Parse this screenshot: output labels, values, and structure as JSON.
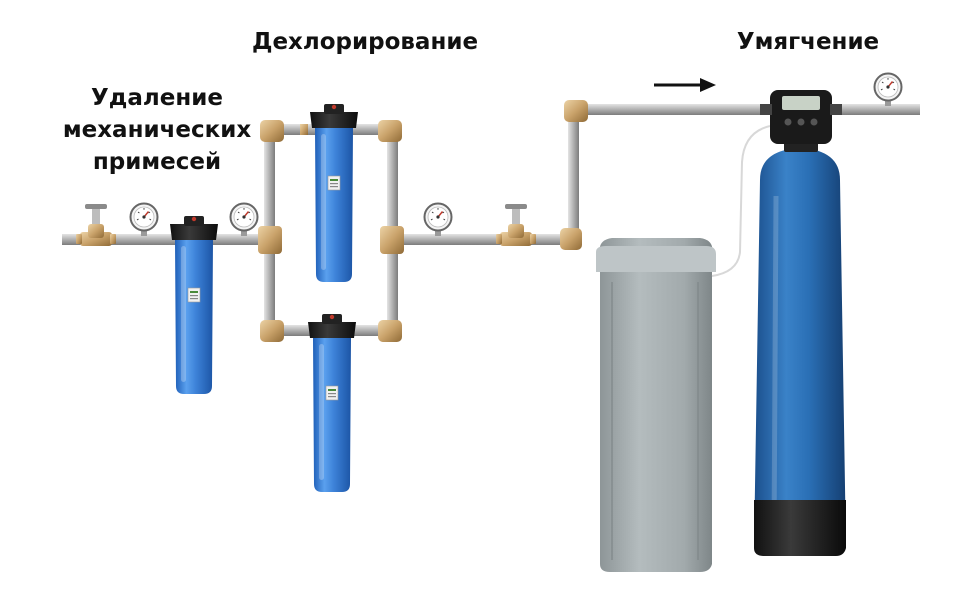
{
  "labels": {
    "mechanical_removal": [
      "Удаление",
      "механических",
      "примесей"
    ],
    "dechlorination": "Дехлорирование",
    "softening": "Умягчение"
  },
  "icons": {
    "flow_direction": "arrow-right-icon",
    "pressure": "pressure-gauge-icon",
    "valve": "ball-valve-icon"
  },
  "colors": {
    "pipe": "#b4b4b4",
    "fitting": "#c9a26a",
    "filter_housing": "#3d82d8",
    "filter_cap": "#1c1c1c",
    "brine_tank": "#a7b0b2",
    "softener_tank": "#2a6fb5",
    "tank_base": "#222222",
    "text": "#111111"
  }
}
